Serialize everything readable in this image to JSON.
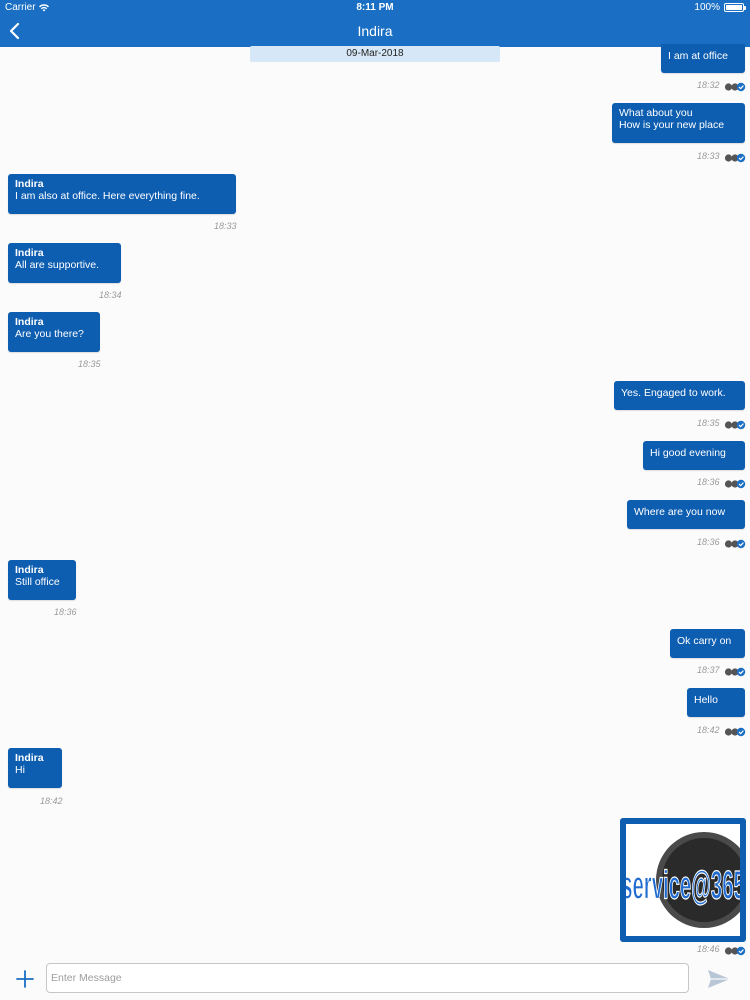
{
  "status_bar": {
    "carrier": "Carrier",
    "time": "8:11 PM",
    "battery": "100%"
  },
  "header": {
    "title": "Indira"
  },
  "date_label": "09-Mar-2018",
  "messages": [
    {
      "side": "out",
      "text": "I am at office",
      "time": "18:32"
    },
    {
      "side": "out",
      "text": "What about you\nHow is your new place",
      "time": "18:33"
    },
    {
      "side": "in",
      "sender": "Indira",
      "text": "I am also at office. Here everything fine.",
      "time": "18:33"
    },
    {
      "side": "in",
      "sender": "Indira",
      "text": "All are supportive.",
      "time": "18:34"
    },
    {
      "side": "in",
      "sender": "Indira",
      "text": "Are you there?",
      "time": "18:35"
    },
    {
      "side": "out",
      "text": "Yes. Engaged to work.",
      "time": "18:35"
    },
    {
      "side": "out",
      "text": "Hi good evening",
      "time": "18:36"
    },
    {
      "side": "out",
      "text": "Where are you now",
      "time": "18:36"
    },
    {
      "side": "in",
      "sender": "Indira",
      "text": "Still office",
      "time": "18:36"
    },
    {
      "side": "out",
      "text": "Ok carry on",
      "time": "18:37"
    },
    {
      "side": "out",
      "text": "Hello",
      "time": "18:42"
    },
    {
      "side": "in",
      "sender": "Indira",
      "text": "Hi",
      "time": "18:42"
    }
  ],
  "image_message": {
    "logo_text": "service@365",
    "time": "18:46"
  },
  "composer": {
    "placeholder": "Enter Message"
  },
  "colors": {
    "header": "#1a6fc4",
    "bubble": "#0d5db0",
    "date_pill": "#d6e8f7",
    "ticks_read": "#1a6fc4",
    "ticks_sent": "#555555"
  },
  "icons": {
    "back": "chevron-left-icon",
    "attach": "plus-icon",
    "send": "send-icon",
    "read": "double-check-icon"
  }
}
